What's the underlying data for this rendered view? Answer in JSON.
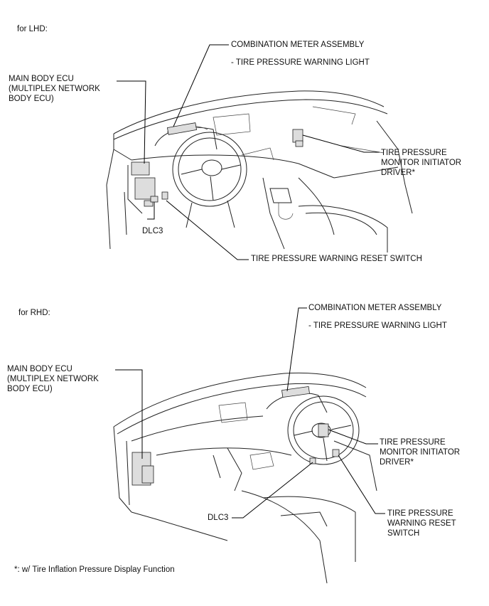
{
  "lhd": {
    "heading": "for LHD:",
    "combination_meter": "COMBINATION METER ASSEMBLY",
    "warning_light": "- TIRE PRESSURE WARNING LIGHT",
    "main_body_ecu": "MAIN BODY ECU\n(MULTIPLEX NETWORK\nBODY ECU)",
    "initiator_driver": "TIRE PRESSURE\nMONITOR INITIATOR\nDRIVER*",
    "dlc3": "DLC3",
    "reset_switch": "TIRE PRESSURE WARNING RESET SWITCH"
  },
  "rhd": {
    "heading": "for RHD:",
    "combination_meter": "COMBINATION METER ASSEMBLY",
    "warning_light": "- TIRE PRESSURE WARNING LIGHT",
    "main_body_ecu": "MAIN BODY ECU\n(MULTIPLEX NETWORK\nBODY ECU)",
    "initiator_driver": "TIRE PRESSURE\nMONITOR INITIATOR\nDRIVER*",
    "dlc3": "DLC3",
    "reset_switch": "TIRE PRESSURE\nWARNING RESET\nSWITCH"
  },
  "footnote": "*: w/ Tire Inflation Pressure Display Function"
}
